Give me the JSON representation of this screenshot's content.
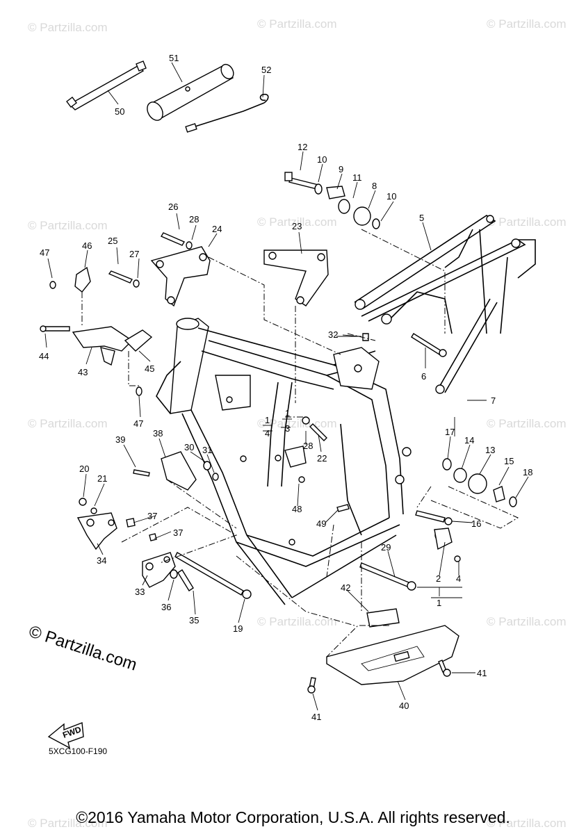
{
  "watermark_text": "© Partzilla.com",
  "brand_watermark": "© Partzilla.com",
  "diagram_code": "5XCG100-F190",
  "fwd_label": "FWD",
  "copyright": "©2016 Yamaha Motor Corporation, U.S.A. All rights reserved.",
  "callouts": {
    "c1a": "1",
    "c1b": "1",
    "c1c": "1",
    "c2": "2",
    "c3": "3",
    "c4a": "4",
    "c4b": "4",
    "c5": "5",
    "c6": "6",
    "c7": "7",
    "c8": "8",
    "c9": "9",
    "c10a": "10",
    "c10b": "10",
    "c11": "11",
    "c12": "12",
    "c13": "13",
    "c14": "14",
    "c15": "15",
    "c16": "16",
    "c17": "17",
    "c18": "18",
    "c19": "19",
    "c20": "20",
    "c21": "21",
    "c22": "22",
    "c23": "23",
    "c24": "24",
    "c25": "25",
    "c26": "26",
    "c27": "27",
    "c28a": "28",
    "c28b": "28",
    "c29": "29",
    "c30": "30",
    "c31": "31",
    "c32": "32",
    "c33": "33",
    "c34": "34",
    "c35": "35",
    "c36": "36",
    "c37a": "37",
    "c37b": "37",
    "c38": "38",
    "c39": "39",
    "c40": "40",
    "c41a": "41",
    "c41b": "41",
    "c42": "42",
    "c43": "43",
    "c44": "44",
    "c45": "45",
    "c46": "46",
    "c47a": "47",
    "c47b": "47",
    "c48": "48",
    "c49": "49",
    "c50": "50",
    "c51": "51",
    "c52": "52"
  }
}
